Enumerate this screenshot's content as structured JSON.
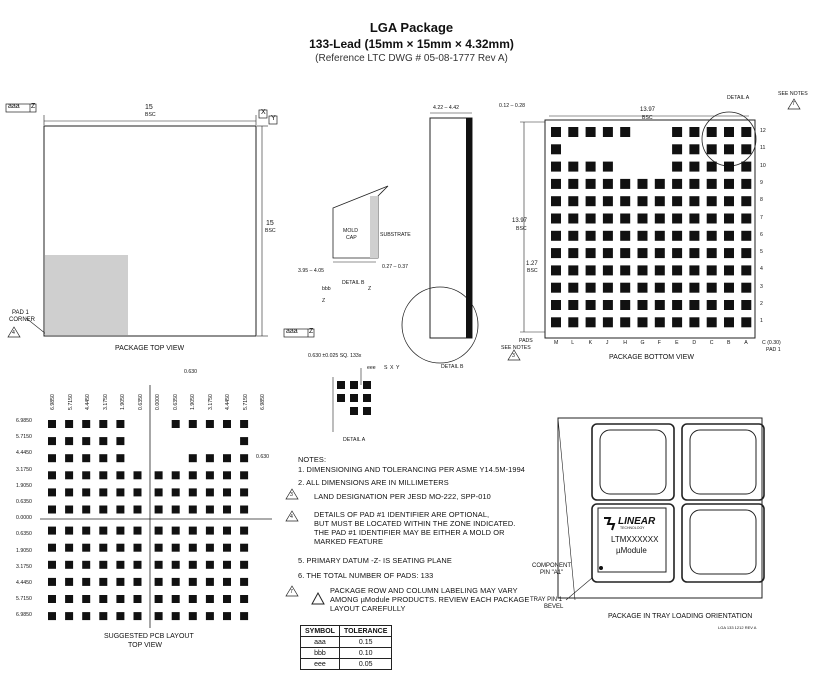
{
  "header": {
    "title": "LGA Package",
    "subtitle": "133-Lead (15mm × 15mm × 4.32mm)",
    "reference": "(Reference LTC DWG # 05-08-1777 Rev A)"
  },
  "top_view": {
    "caption": "PACKAGE TOP VIEW",
    "dim_width": "15",
    "dim_width_sub": "BSC",
    "dim_height": "15",
    "dim_height_sub": "BSC",
    "corner_label_1": "PAD 1",
    "corner_label_2": "CORNER",
    "corner_note": "4",
    "fcf_tl": "aaa",
    "fcf_tl_z": "Z",
    "fcf_br": "aaa",
    "fcf_br_z": "Z",
    "datum_x": "X",
    "datum_y": "Y"
  },
  "side_view": {
    "dim_thickness": "4.22 – 4.42",
    "detail_label": "DETAIL B"
  },
  "detail_b": {
    "mold_cap_1": "MOLD",
    "mold_cap_2": "CAP",
    "substrate": "SUBSTRATE",
    "dim_left": "3.95 – 4.05",
    "dim_right": "0.27 – 0.37",
    "caption": "DETAIL B",
    "fcf": "bbb",
    "fcf_z": "Z",
    "datum_z": "Z"
  },
  "bottom_view": {
    "caption": "PACKAGE BOTTOM VIEW",
    "dim_pad": "0.12 – 0.28",
    "dim_width": "13.97",
    "dim_width_sub": "BSC",
    "dim_height": "13.97",
    "dim_height_sub": "BSC",
    "pitch": "1.27",
    "pitch_sub": "BSC",
    "detail_a": "DETAIL A",
    "see_notes": "SEE NOTES",
    "see_notes_num": "7",
    "pads_label_1": "PADS",
    "pads_label_2": "SEE NOTES",
    "pads_note": "3",
    "corner_c": "C (0.30)",
    "corner_pad": "PAD 1",
    "columns": [
      "M",
      "L",
      "K",
      "J",
      "H",
      "G",
      "F",
      "E",
      "D",
      "C",
      "B",
      "A"
    ],
    "rows": [
      "12",
      "11",
      "10",
      "9",
      "8",
      "7",
      "6",
      "5",
      "4",
      "3",
      "2",
      "1"
    ]
  },
  "detail_a": {
    "dim": "0.630 ±0.025 SQ. 133x",
    "fcf": "eee",
    "fcf_s": "S",
    "fcf_x": "X",
    "fcf_y": "Y",
    "caption": "DETAIL A"
  },
  "detail_b_circle": {
    "caption": "DETAIL B"
  },
  "pcb_layout": {
    "caption_1": "SUGGESTED PCB LAYOUT",
    "caption_2": "TOP VIEW",
    "pitch_label": "0.630",
    "pitch_label_right": "0.630",
    "x_labels": [
      "6.9850",
      "5.7150",
      "4.4450",
      "3.1750",
      "1.9050",
      "0.6350",
      "0.0000",
      "0.6350",
      "1.9050",
      "3.1750",
      "4.4450",
      "5.7150",
      "6.9850"
    ],
    "y_labels": [
      "6.9850",
      "5.7150",
      "4.4450",
      "3.1750",
      "1.9050",
      "0.6350",
      "0.0000",
      "0.6350",
      "1.9050",
      "3.1750",
      "4.4450",
      "5.7150",
      "6.9850"
    ]
  },
  "notes": {
    "heading": "NOTES:",
    "n1": "1. DIMENSIONING AND TOLERANCING PER ASME Y14.5M-1994",
    "n2": "2. ALL DIMENSIONS ARE IN MILLIMETERS",
    "n3_num": "3",
    "n3": "LAND DESIGNATION PER JESD MO-222, SPP-010",
    "n4_num": "4",
    "n4_l1": "DETAILS OF PAD #1 IDENTIFIER ARE OPTIONAL,",
    "n4_l2": "BUT MUST BE LOCATED WITHIN THE ZONE INDICATED.",
    "n4_l3": "THE PAD #1 IDENTIFIER MAY BE EITHER A MOLD OR",
    "n4_l4": "MARKED FEATURE",
    "n5": "5. PRIMARY DATUM -Z- IS SEATING PLANE",
    "n6": "6. THE TOTAL NUMBER OF PADS: 133",
    "n7_num": "7",
    "n7_l1": "PACKAGE ROW AND COLUMN LABELING MAY VARY",
    "n7_l2": "AMONG µModule PRODUCTS. REVIEW EACH PACKAGE",
    "n7_l3": "LAYOUT CAREFULLY"
  },
  "tolerance_table": {
    "headers": [
      "SYMBOL",
      "TOLERANCE"
    ],
    "rows": [
      [
        "aaa",
        "0.15"
      ],
      [
        "bbb",
        "0.10"
      ],
      [
        "eee",
        "0.05"
      ]
    ]
  },
  "tray": {
    "logo": "LINEAR",
    "logo_sub": "TECHNOLOGY",
    "part": "LTMXXXXXX",
    "module": "µModule",
    "component_1": "COMPONENT",
    "component_2": "PIN \"A1\"",
    "tray_pin_1": "TRAY PIN 1",
    "tray_pin_2": "BEVEL",
    "caption": "PACKAGE IN TRAY LOADING ORIENTATION",
    "code": "LGA 133 1212 REV A"
  },
  "colors": {
    "pad": "#111111",
    "pin_zone": "#cfcfcf",
    "line": "#222222"
  }
}
